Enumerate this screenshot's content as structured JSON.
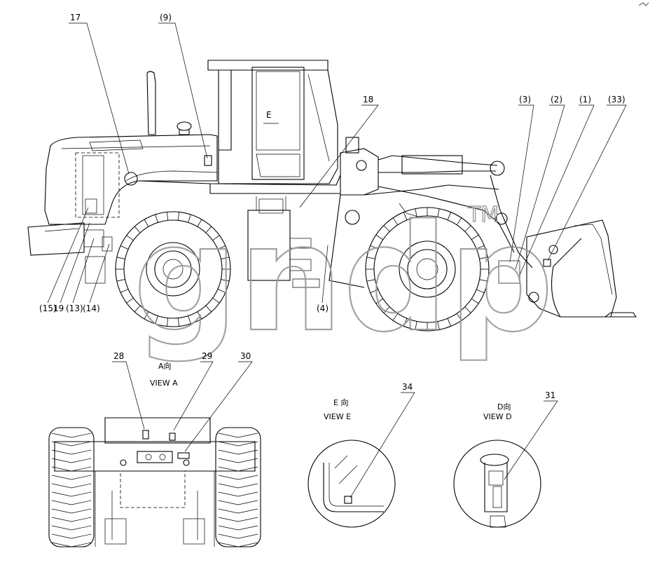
{
  "watermark": {
    "text": "gndp",
    "trademark": "TM"
  },
  "main_view": {
    "callouts": {
      "c17": "17",
      "c9": "(9)",
      "c18": "18",
      "c3": "(3)",
      "c2": "(2)",
      "c1": "(1)",
      "c33": "(33)",
      "c15": "(15)",
      "c19": "19",
      "c13": "(13)",
      "c14": "(14)",
      "c4": "(4)"
    },
    "cab_marker": "E"
  },
  "view_a": {
    "title_cn": "A向",
    "title_en": "VIEW A",
    "callouts": {
      "c28": "28",
      "c29": "29",
      "c30": "30"
    }
  },
  "view_e": {
    "title_cn": "E 向",
    "title_en": "VIEW E",
    "callouts": {
      "c34": "34"
    }
  },
  "view_d": {
    "title_cn": "D向",
    "title_en": "VIEW D",
    "callouts": {
      "c31": "31"
    }
  }
}
